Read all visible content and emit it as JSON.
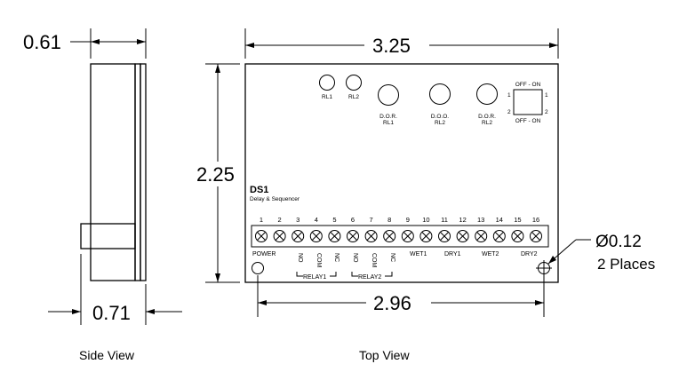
{
  "views": {
    "side_caption": "Side View",
    "top_caption": "Top View"
  },
  "dimensions": {
    "side_thickness": "0.61",
    "side_depth": "0.71",
    "width": "3.25",
    "height": "2.25",
    "hole_spacing": "2.96",
    "hole_diameter": "Ø0.12",
    "hole_count": "2 Places"
  },
  "board": {
    "name": "DS1",
    "subtitle": "Delay & Sequencer",
    "leds": [
      {
        "label": "RL1"
      },
      {
        "label": "RL2"
      }
    ],
    "pots": [
      {
        "line1": "D.O.R.",
        "line2": "RL1"
      },
      {
        "line1": "D.O.O.",
        "line2": "RL2"
      },
      {
        "line1": "D.O.R.",
        "line2": "RL2"
      }
    ],
    "dip_switch": {
      "top_label": "OFF - ON",
      "bottom_label": "OFF - ON",
      "left_1": "1",
      "left_2": "2",
      "right_1": "1",
      "right_2": "2"
    },
    "terminal_numbers": [
      "1",
      "2",
      "3",
      "4",
      "5",
      "6",
      "7",
      "8",
      "9",
      "10",
      "11",
      "12",
      "13",
      "14",
      "15",
      "16"
    ],
    "terminal_labels": {
      "power": "POWER",
      "wet1": "WET1",
      "dry1": "DRY1",
      "wet2": "WET2",
      "dry2": "DRY2",
      "relay1": "RELAY1",
      "relay2": "RELAY2",
      "relay1_pins": [
        "NO",
        "COM",
        "NC"
      ],
      "relay2_pins": [
        "NO",
        "COM",
        "NC"
      ]
    }
  }
}
